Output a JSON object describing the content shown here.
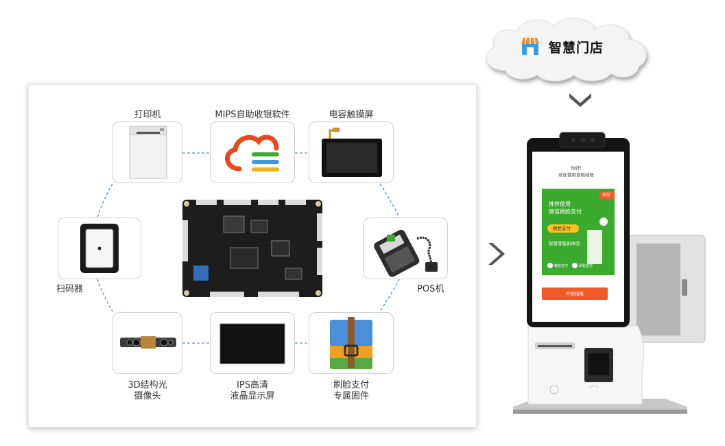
{
  "cloud": {
    "title": "智慧门店",
    "icon": "store-icon"
  },
  "components": {
    "printer": "打印机",
    "software": "MIPS自助收银软件",
    "touchscreen": "电容触摸屏",
    "scanner": "扫码器",
    "pos": "POS机",
    "camera_line1": "3D结构光",
    "camera_line2": "摄像头",
    "display_line1": "IPS高清",
    "display_line2": "液晶显示屏",
    "firmware_line1": "刷脸支付",
    "firmware_line2": "专属固件"
  },
  "kiosk": {
    "greeting": "你好!",
    "welcome": "欢迎使用自助结账",
    "recommend_badge": "推荐",
    "recommend_line1": "推荐使用",
    "recommend_line2": "微信刷脸支付",
    "face_pay_button": "刷脸支付",
    "smart_line": "智慧零售新体验",
    "wechat_pay": "微信支付",
    "face_pay_small": "刷脸支付",
    "start_button": "开始结账"
  },
  "colors": {
    "dashed_line": "#4a8fd8",
    "wechat_green": "#3aab2e",
    "start_button": "#f05a28",
    "cloud_orange": "#f08a24",
    "cloud_blue": "#3a9de0"
  }
}
